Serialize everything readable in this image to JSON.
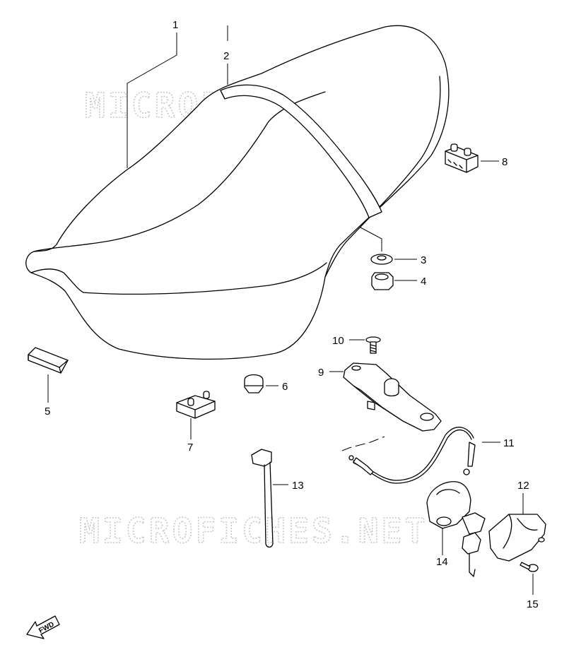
{
  "watermark": "MICROFICHES.NET",
  "fwd_label": "FWD",
  "callouts": [
    {
      "id": "c1",
      "label": "1"
    },
    {
      "id": "c2",
      "label": "2"
    },
    {
      "id": "c3",
      "label": "3"
    },
    {
      "id": "c4",
      "label": "4"
    },
    {
      "id": "c5",
      "label": "5"
    },
    {
      "id": "c6",
      "label": "6"
    },
    {
      "id": "c7",
      "label": "7"
    },
    {
      "id": "c8",
      "label": "8"
    },
    {
      "id": "c9",
      "label": "9"
    },
    {
      "id": "c10",
      "label": "10"
    },
    {
      "id": "c11",
      "label": "11"
    },
    {
      "id": "c12",
      "label": "12"
    },
    {
      "id": "c13",
      "label": "13"
    },
    {
      "id": "c14",
      "label": "14"
    },
    {
      "id": "c15",
      "label": "15"
    }
  ]
}
